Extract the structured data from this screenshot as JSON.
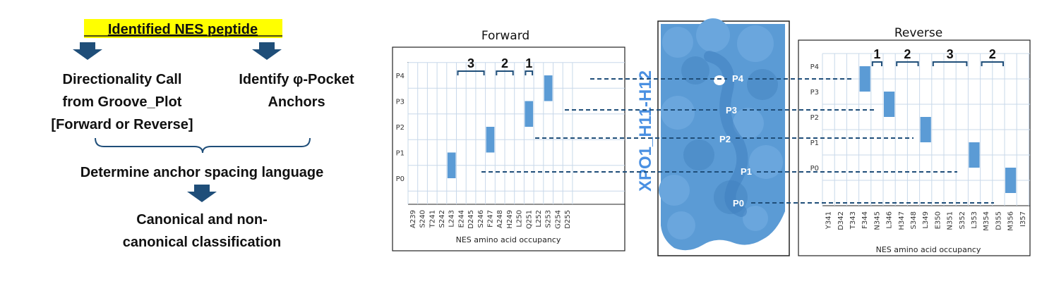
{
  "flow": {
    "title": "Identified NES peptide",
    "left_box": [
      "Directionality Call",
      "from Groove_Plot",
      "[Forward or Reverse]"
    ],
    "right_box": [
      "Identify φ-Pocket",
      "Anchors"
    ],
    "middle": "Determine anchor spacing language",
    "bottom": [
      "Canonical and non-",
      "canonical classification"
    ],
    "arrow_color": "#1f4e79",
    "highlight_color": "#ffff00"
  },
  "structure": {
    "label": "XPO1_H11-H12",
    "label_color": "#4a90e2",
    "surface_color": "#5b9bd5",
    "pockets": [
      "P4",
      "P3",
      "P2",
      "P1",
      "P0"
    ]
  },
  "chart_data": [
    {
      "type": "heatmap",
      "title": "Forward",
      "xlabel": "NES amino acid occupancy",
      "ylabel": "",
      "categories": [
        "A239",
        "S240",
        "T241",
        "S242",
        "L243",
        "E244",
        "D245",
        "S246",
        "F247",
        "A248",
        "H249",
        "L250",
        "Q251",
        "L252",
        "S253",
        "G254",
        "D255"
      ],
      "yticks": [
        "P4",
        "P3",
        "P2",
        "P1",
        "P0"
      ],
      "occupied": [
        {
          "residue": "L243",
          "pocket": "P1"
        },
        {
          "residue": "F247",
          "pocket": "P2"
        },
        {
          "residue": "Q251",
          "pocket": "P3"
        },
        {
          "residue": "S253",
          "pocket": "P4"
        }
      ],
      "spacings": [
        {
          "label": "3",
          "from": "E244",
          "to": "S246"
        },
        {
          "label": "2",
          "from": "A248",
          "to": "H249"
        },
        {
          "label": "1",
          "from": "Q251",
          "to": "Q251"
        }
      ],
      "grid": true,
      "bar_color": "#5b9bd5"
    },
    {
      "type": "heatmap",
      "title": "Reverse",
      "xlabel": "NES amino acid occupancy",
      "ylabel": "",
      "categories": [
        "Y341",
        "D342",
        "T343",
        "F344",
        "N345",
        "L346",
        "H347",
        "S348",
        "L349",
        "E350",
        "N351",
        "S352",
        "L353",
        "M354",
        "D355",
        "M356",
        "I357"
      ],
      "yticks": [
        "P4",
        "P3",
        "P2",
        "P1",
        "P0"
      ],
      "occupied": [
        {
          "residue": "F344",
          "pocket": "P4"
        },
        {
          "residue": "L346",
          "pocket": "P3"
        },
        {
          "residue": "L349",
          "pocket": "P2"
        },
        {
          "residue": "L353",
          "pocket": "P1"
        },
        {
          "residue": "M356",
          "pocket": "P0"
        }
      ],
      "spacings": [
        {
          "label": "1",
          "from": "N345",
          "to": "N345"
        },
        {
          "label": "2",
          "from": "H347",
          "to": "S348"
        },
        {
          "label": "3",
          "from": "E350",
          "to": "S352"
        },
        {
          "label": "2",
          "from": "M354",
          "to": "D355"
        }
      ],
      "grid": true,
      "bar_color": "#5b9bd5"
    }
  ]
}
